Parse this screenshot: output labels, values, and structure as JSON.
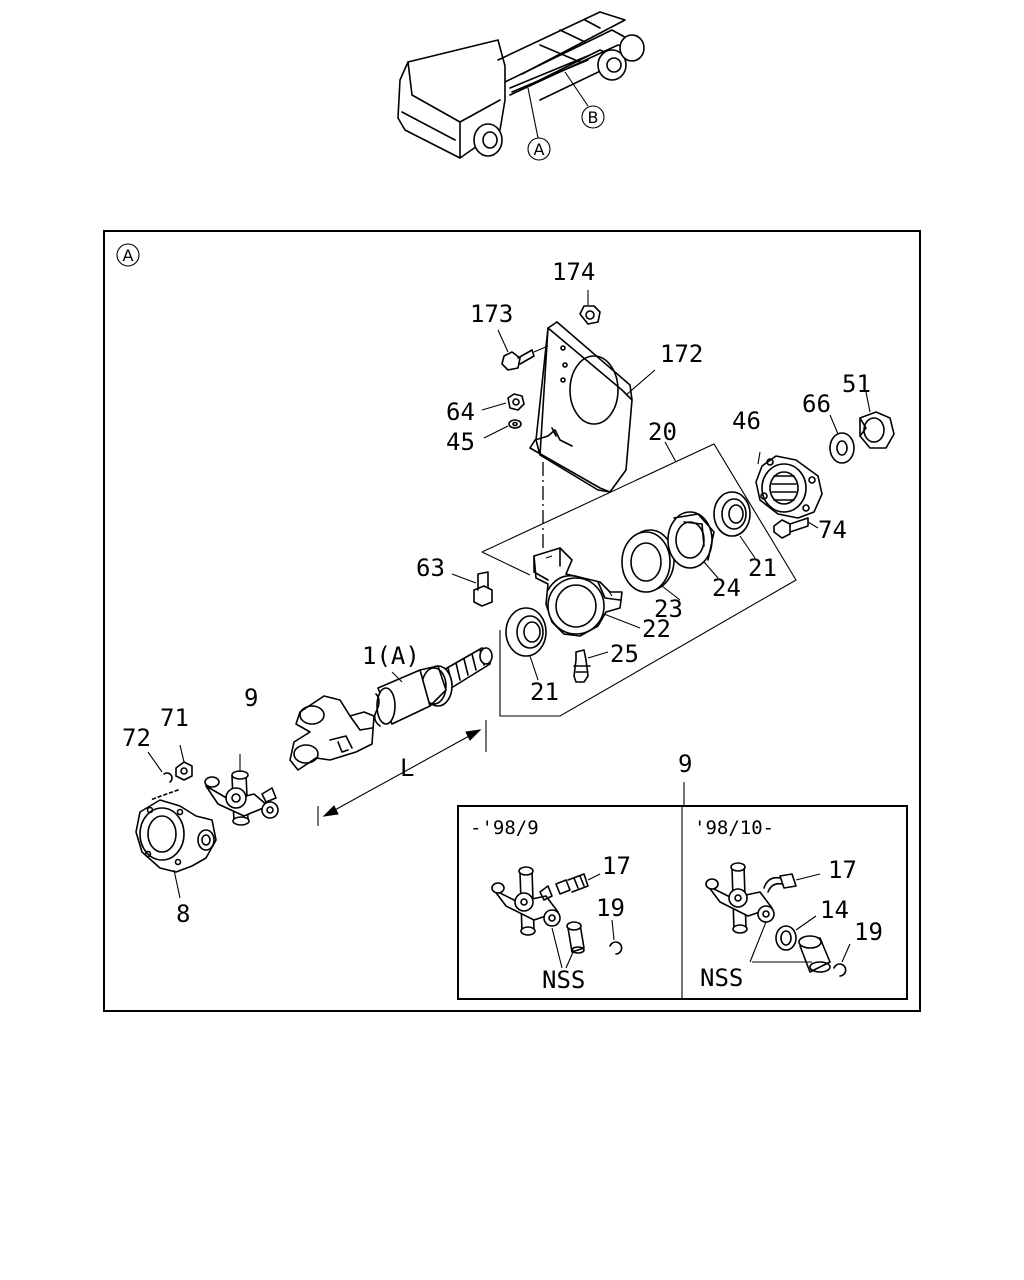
{
  "overview": {
    "callout_a": "A",
    "callout_b": "B"
  },
  "detail": {
    "frame_callout": "A",
    "labels": {
      "p174": "174",
      "p173": "173",
      "p172": "172",
      "p64": "64",
      "p45": "45",
      "p20": "20",
      "p46": "46",
      "p66": "66",
      "p51": "51",
      "p74": "74",
      "p63": "63",
      "p21a": "21",
      "p21b": "21",
      "p22": "22",
      "p23": "23",
      "p24": "24",
      "p25": "25",
      "p1a": "1(A)",
      "pL": "L",
      "p9": "9",
      "p71": "71",
      "p72": "72",
      "p8": "8"
    }
  },
  "inset": {
    "title": "9",
    "left_panel": {
      "period": "-'98/9",
      "p17": "17",
      "p19": "19",
      "nss": "NSS"
    },
    "right_panel": {
      "period": "'98/10-",
      "p17": "17",
      "p14": "14",
      "p19": "19",
      "nss": "NSS"
    }
  }
}
